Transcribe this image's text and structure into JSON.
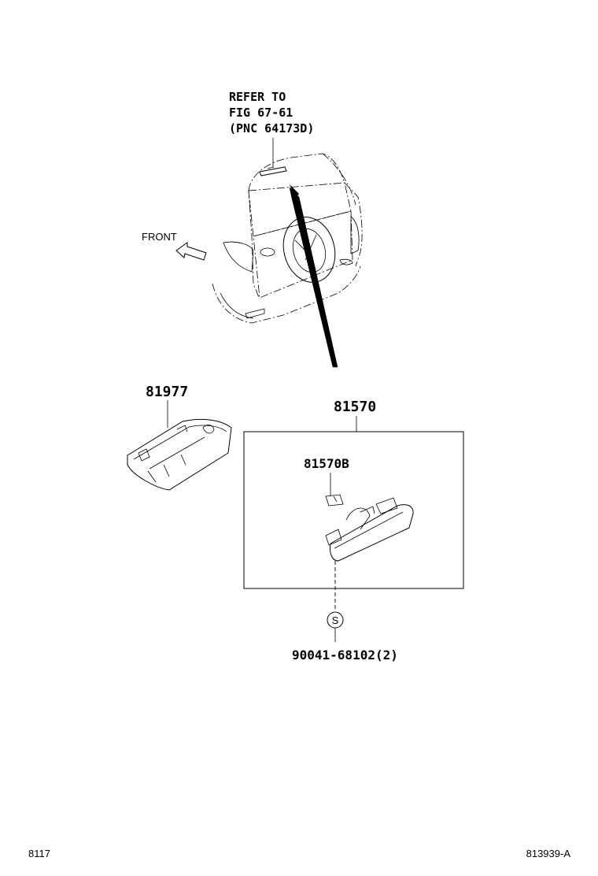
{
  "reference_note": {
    "line1": "REFER TO",
    "line2": "FIG 67-61",
    "line3": "(PNC 64173D)"
  },
  "front_label": "FRONT",
  "parts": {
    "cover": "81977",
    "lamp_assembly": "81570",
    "bulb": "81570B",
    "screw": "90041-68102(2)",
    "screw_symbol": "S"
  },
  "footer": {
    "left": "8117",
    "right": "813939-A"
  }
}
